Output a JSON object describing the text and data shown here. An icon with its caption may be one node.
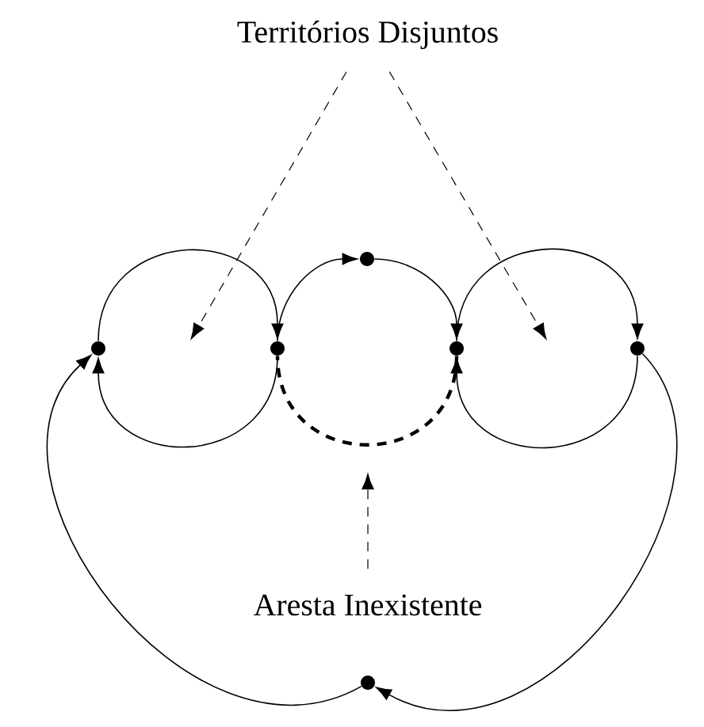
{
  "diagram": {
    "nodes": [
      {
        "text": [
          "Territórios Disjuntos"
        ]
      },
      {
        "text": [],
        "shape": "circle"
      },
      {
        "text": [],
        "shape": "circle"
      },
      {
        "text": [],
        "shape": "circle"
      },
      {
        "text": [],
        "shape": "circle"
      },
      {
        "text": [],
        "shape": "circle"
      },
      {
        "text": [
          "Aresta Inexistente"
        ]
      },
      {
        "text": [],
        "shape": "circle"
      }
    ],
    "edges": [
      {
        "from": 0,
        "to": null,
        "arrow": "to",
        "style": "dashed"
      },
      {
        "from": 0,
        "to": null,
        "arrow": "to",
        "style": "dashed"
      },
      {
        "from": 6,
        "to": null,
        "arrow": "to",
        "style": "dashed"
      },
      {
        "from": 1,
        "to": 2,
        "arrow": "to"
      },
      {
        "from": 2,
        "to": 1,
        "arrow": "to"
      },
      {
        "from": 7,
        "to": 1,
        "arrow": "to"
      },
      {
        "from": 2,
        "to": 3,
        "arrow": "to"
      },
      {
        "from": 3,
        "to": 4,
        "arrow": "to"
      },
      {
        "from": 4,
        "to": 2,
        "arrow": "none",
        "style": "dashed"
      },
      {
        "from": 4,
        "to": 5,
        "arrow": "to"
      },
      {
        "from": 5,
        "to": 4,
        "arrow": "to"
      },
      {
        "from": 5,
        "to": 7,
        "arrow": "to"
      }
    ]
  }
}
